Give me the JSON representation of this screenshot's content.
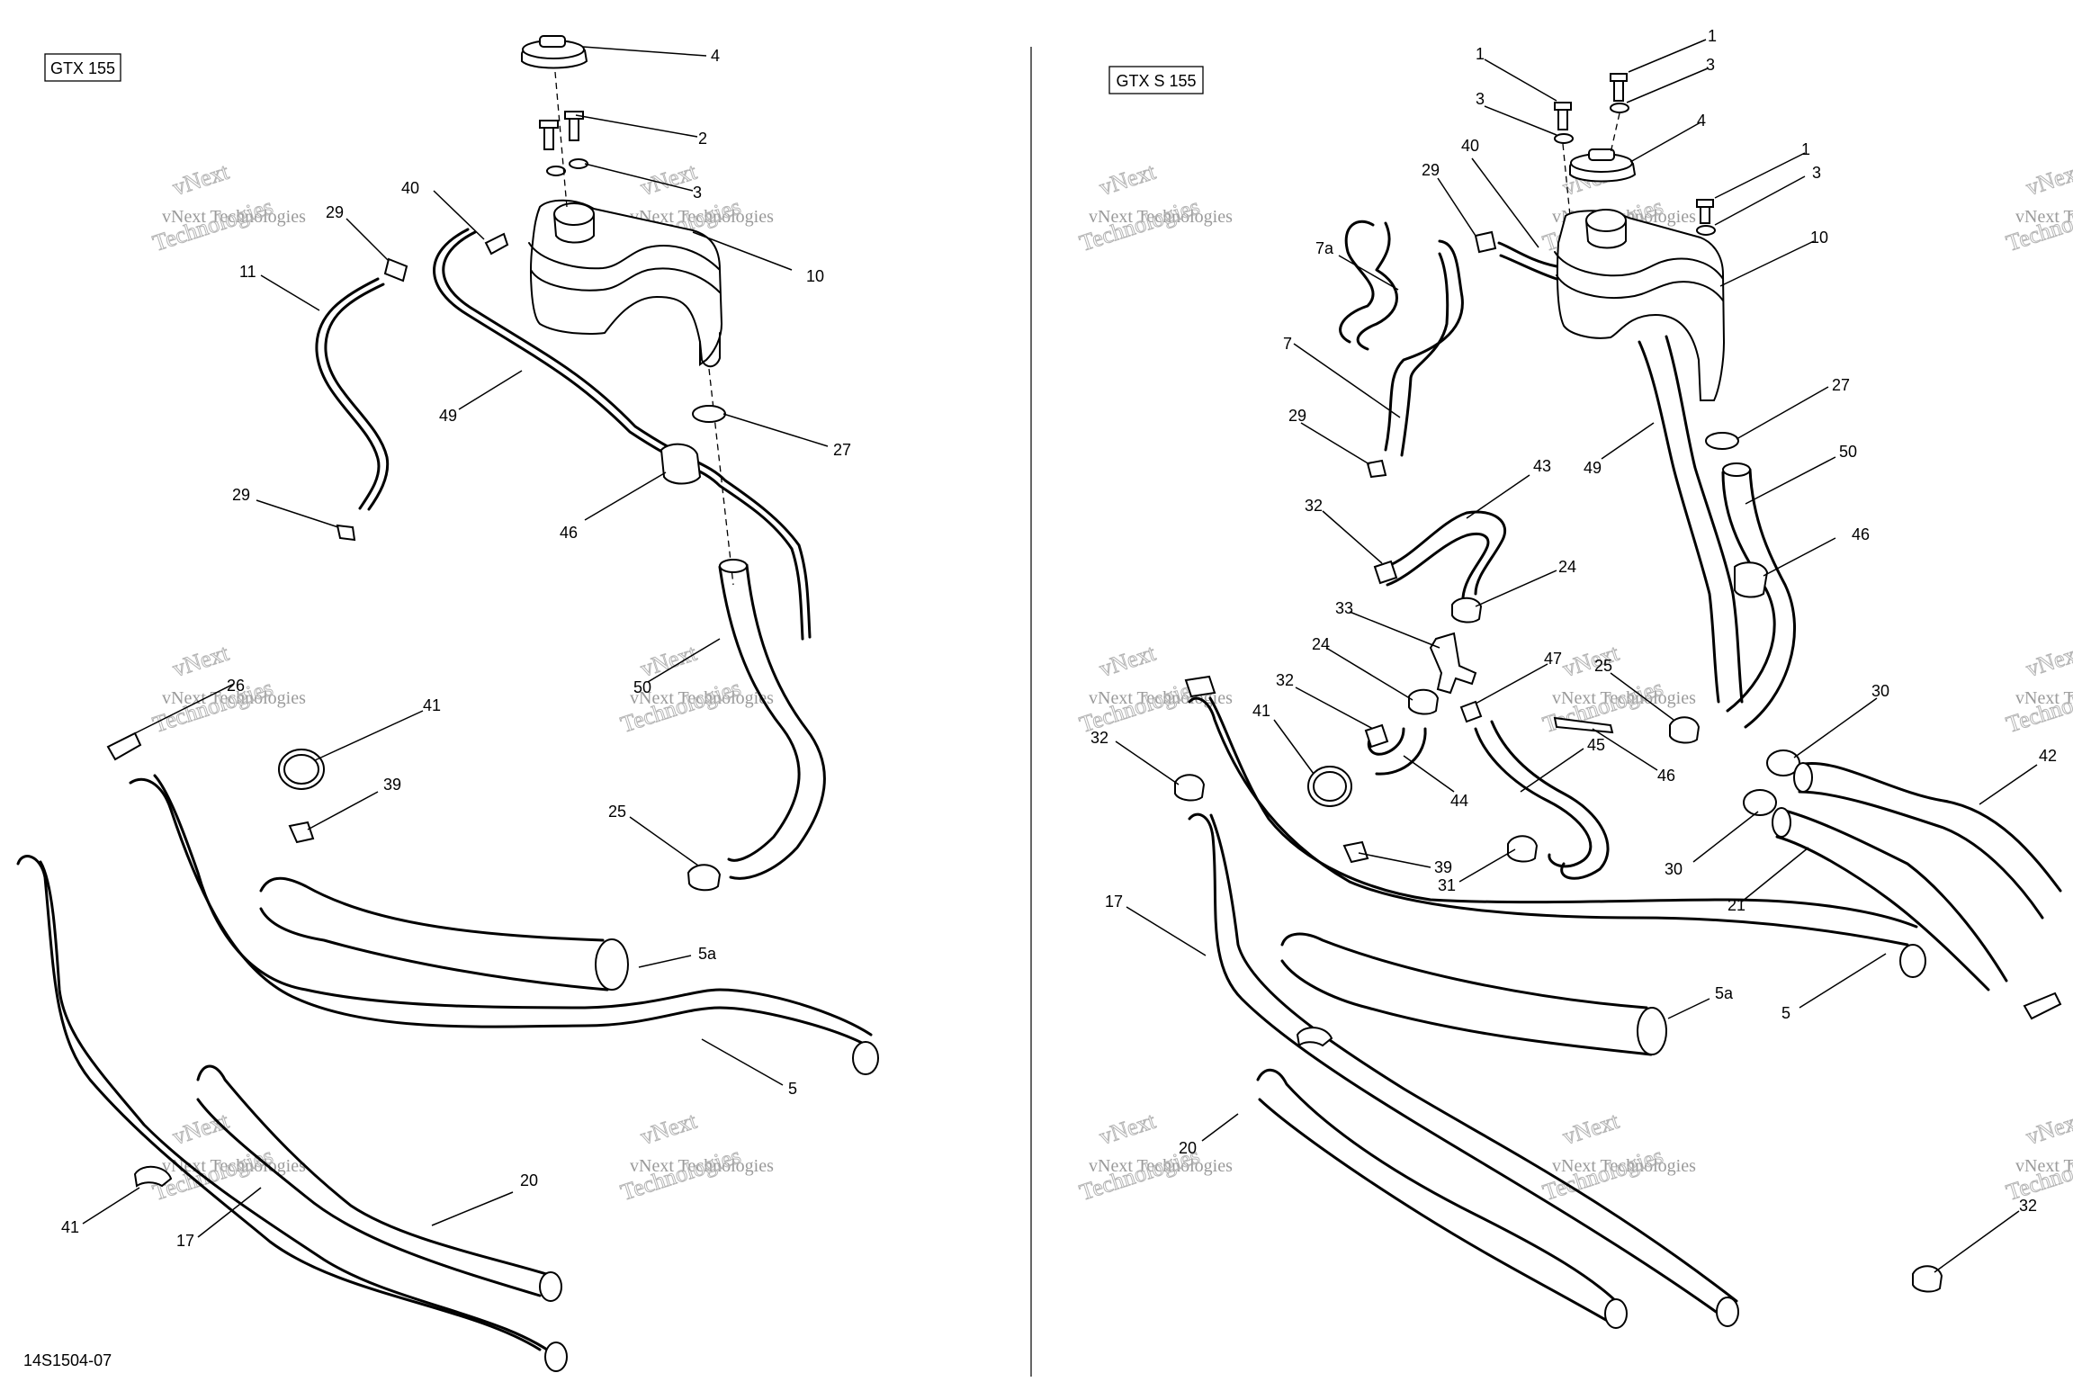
{
  "left_panel": {
    "model_tag": "GTX 155",
    "callouts": [
      {
        "id": "l-4",
        "text": "4"
      },
      {
        "id": "l-2",
        "text": "2"
      },
      {
        "id": "l-3",
        "text": "3"
      },
      {
        "id": "l-40",
        "text": "40"
      },
      {
        "id": "l-10",
        "text": "10"
      },
      {
        "id": "l-29a",
        "text": "29"
      },
      {
        "id": "l-11",
        "text": "11"
      },
      {
        "id": "l-49",
        "text": "49"
      },
      {
        "id": "l-27",
        "text": "27"
      },
      {
        "id": "l-29b",
        "text": "29"
      },
      {
        "id": "l-46",
        "text": "46"
      },
      {
        "id": "l-26",
        "text": "26"
      },
      {
        "id": "l-50",
        "text": "50"
      },
      {
        "id": "l-41a",
        "text": "41"
      },
      {
        "id": "l-39",
        "text": "39"
      },
      {
        "id": "l-25",
        "text": "25"
      },
      {
        "id": "l-5a",
        "text": "5a"
      },
      {
        "id": "l-5",
        "text": "5"
      },
      {
        "id": "l-20",
        "text": "20"
      },
      {
        "id": "l-41b",
        "text": "41"
      },
      {
        "id": "l-17",
        "text": "17"
      }
    ],
    "figure_code": "14S1504-07"
  },
  "right_panel": {
    "model_tag": "GTX S 155",
    "callouts": [
      {
        "id": "r-1a",
        "text": "1"
      },
      {
        "id": "r-1b",
        "text": "1"
      },
      {
        "id": "r-3a",
        "text": "3"
      },
      {
        "id": "r-3b",
        "text": "3"
      },
      {
        "id": "r-4",
        "text": "4"
      },
      {
        "id": "r-1c",
        "text": "1"
      },
      {
        "id": "r-3c",
        "text": "3"
      },
      {
        "id": "r-40",
        "text": "40"
      },
      {
        "id": "r-29a",
        "text": "29"
      },
      {
        "id": "r-10",
        "text": "10"
      },
      {
        "id": "r-7a",
        "text": "7a"
      },
      {
        "id": "r-7",
        "text": "7"
      },
      {
        "id": "r-27",
        "text": "27"
      },
      {
        "id": "r-29b",
        "text": "29"
      },
      {
        "id": "r-49",
        "text": "49"
      },
      {
        "id": "r-50",
        "text": "50"
      },
      {
        "id": "r-43",
        "text": "43"
      },
      {
        "id": "r-32a",
        "text": "32"
      },
      {
        "id": "r-46a",
        "text": "46"
      },
      {
        "id": "r-24a",
        "text": "24"
      },
      {
        "id": "r-33",
        "text": "33"
      },
      {
        "id": "r-24b",
        "text": "24"
      },
      {
        "id": "r-47",
        "text": "47"
      },
      {
        "id": "r-25",
        "text": "25"
      },
      {
        "id": "r-32b",
        "text": "32"
      },
      {
        "id": "r-41",
        "text": "41"
      },
      {
        "id": "r-45",
        "text": "45"
      },
      {
        "id": "r-46b",
        "text": "46"
      },
      {
        "id": "r-30a",
        "text": "30"
      },
      {
        "id": "r-32c",
        "text": "32"
      },
      {
        "id": "r-42",
        "text": "42"
      },
      {
        "id": "r-44",
        "text": "44"
      },
      {
        "id": "r-30b",
        "text": "30"
      },
      {
        "id": "r-39",
        "text": "39"
      },
      {
        "id": "r-31",
        "text": "31"
      },
      {
        "id": "r-21",
        "text": "21"
      },
      {
        "id": "r-17",
        "text": "17"
      },
      {
        "id": "r-5a",
        "text": "5a"
      },
      {
        "id": "r-5",
        "text": "5"
      },
      {
        "id": "r-20",
        "text": "20"
      },
      {
        "id": "r-32d",
        "text": "32"
      }
    ]
  },
  "watermark": {
    "line1": "vNext",
    "line2": "vNext Technologies",
    "line3": "Technologies"
  }
}
